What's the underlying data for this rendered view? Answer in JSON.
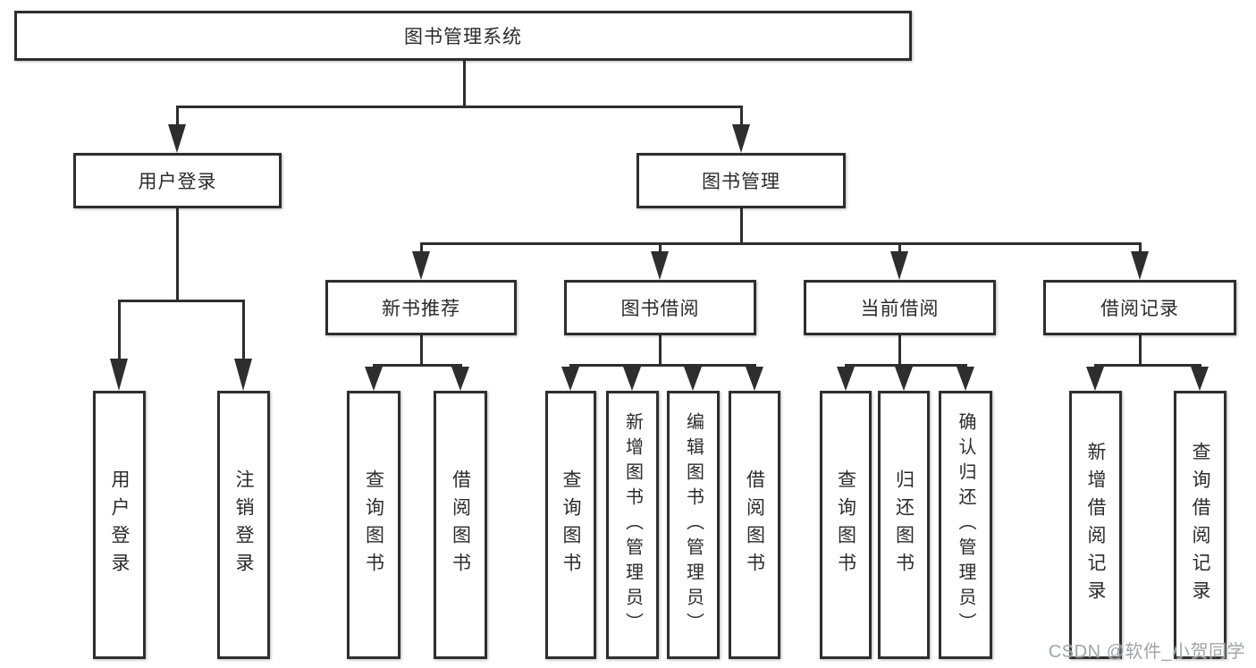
{
  "diagram": {
    "root": {
      "label": "图书管理系统"
    },
    "branches": [
      {
        "label": "用户登录",
        "children": [
          {
            "label": "用户登录"
          },
          {
            "label": "注销登录"
          }
        ]
      },
      {
        "label": "图书管理",
        "children": [
          {
            "label": "新书推荐",
            "children": [
              {
                "label": "查询图书"
              },
              {
                "label": "借阅图书"
              }
            ]
          },
          {
            "label": "图书借阅",
            "children": [
              {
                "label": "查询图书"
              },
              {
                "label": "新增图书（管理员）"
              },
              {
                "label": "编辑图书（管理员）"
              },
              {
                "label": "借阅图书"
              }
            ]
          },
          {
            "label": "当前借阅",
            "children": [
              {
                "label": "查询图书"
              },
              {
                "label": "归还图书"
              },
              {
                "label": "确认归还（管理员）"
              }
            ]
          },
          {
            "label": "借阅记录",
            "children": [
              {
                "label": "新增借阅记录"
              },
              {
                "label": "查询借阅记录"
              }
            ]
          }
        ]
      }
    ]
  },
  "watermark": {
    "text": "CSDN @软件_小贺同学"
  },
  "colors": {
    "line": "#2e2e2e",
    "text": "#2b2b2b",
    "watermark": "#9ba0a7",
    "background": "#ffffff"
  }
}
